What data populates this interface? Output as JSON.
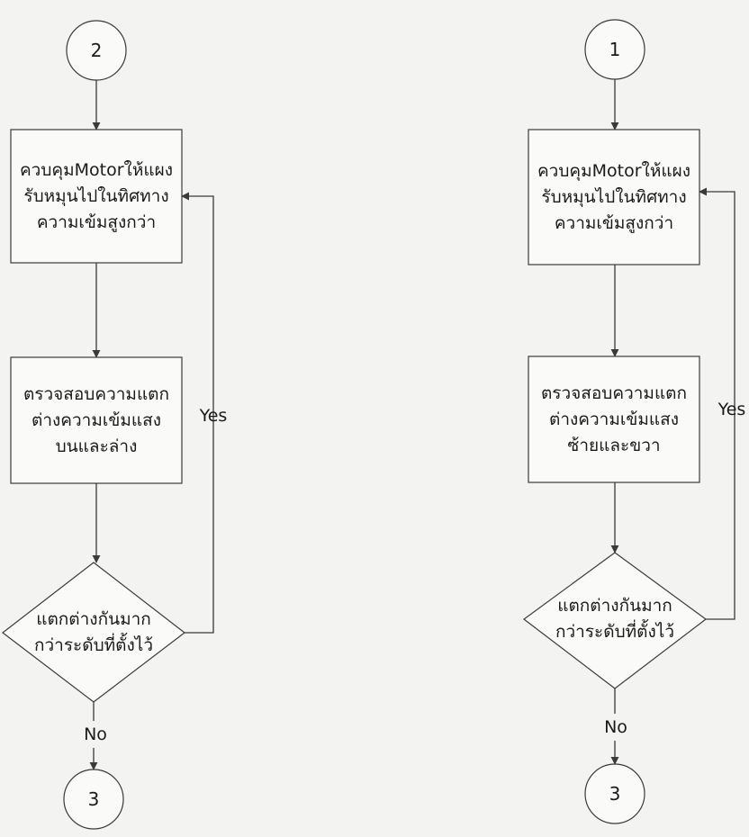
{
  "flowcharts": [
    {
      "start_connector": "2",
      "process_control": "ควบคุมMotorให้แผง\nรับหมุนไปในทิศทาง\nความเข้มสูงกว่า",
      "process_check": "ตรวจสอบความแตก\nต่างความเข้มแสง\nบนและล่าง",
      "decision": "แตกต่างกันมาก\nกว่าระดับที่ตั้งไว้",
      "yes_label": "Yes",
      "no_label": "No",
      "end_connector": "3"
    },
    {
      "start_connector": "1",
      "process_control": "ควบคุมMotorให้แผง\nรับหมุนไปในทิศทาง\nความเข้มสูงกว่า",
      "process_check": "ตรวจสอบความแตก\nต่างความเข้มแสง\nซ้ายและขวา",
      "decision": "แตกต่างกันมาก\nกว่าระดับที่ตั้งไว้",
      "yes_label": "Yes",
      "no_label": "No",
      "end_connector": "3"
    }
  ]
}
